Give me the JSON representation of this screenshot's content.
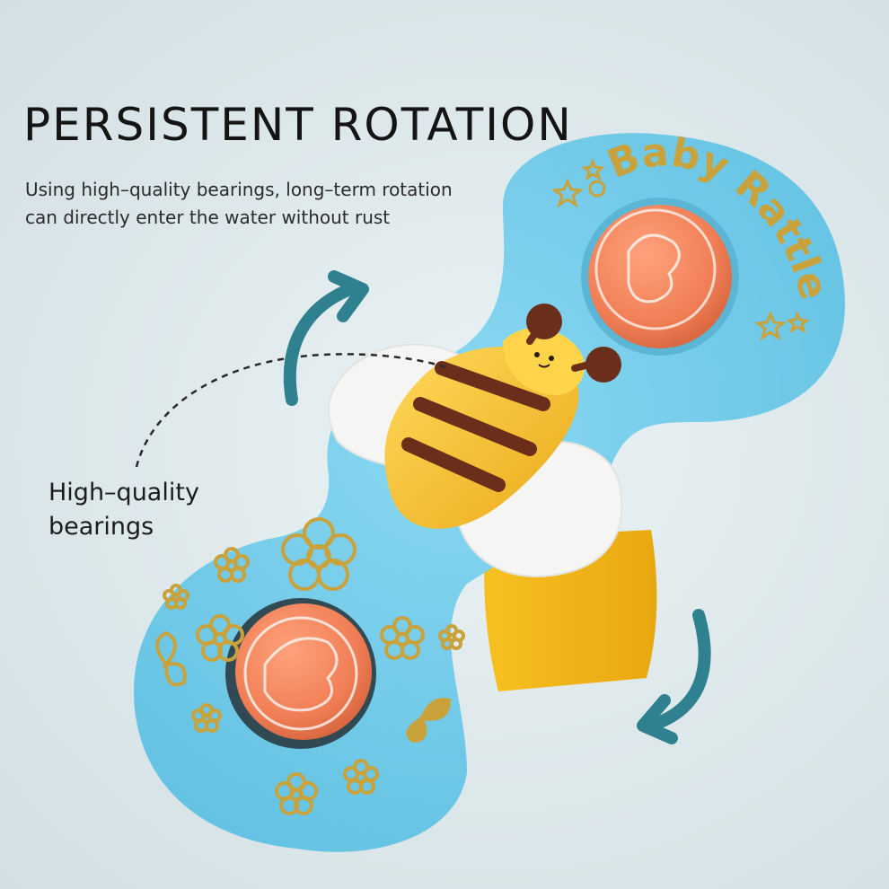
{
  "headline": "PERSISTENT ROTATION",
  "description": [
    "Using high–quality bearings, long–term rotation",
    "can directly enter the water without rust"
  ],
  "callout": [
    "High–quality",
    "bearings"
  ],
  "toy_print": "Baby Rattle",
  "colors": {
    "toy_body": "#74cdea",
    "bee": "#f6c22e",
    "bee_stripes": "#6b2e1a",
    "wings": "#f5f6f4",
    "buttons": "#f07e55",
    "print": "#c9a23b",
    "arrows": "#2f8190",
    "background": "#dfe9ec"
  },
  "icons": [
    "rotation-arrow-icon",
    "flower-icon",
    "star-icon",
    "dino-icon",
    "bee-icon"
  ]
}
